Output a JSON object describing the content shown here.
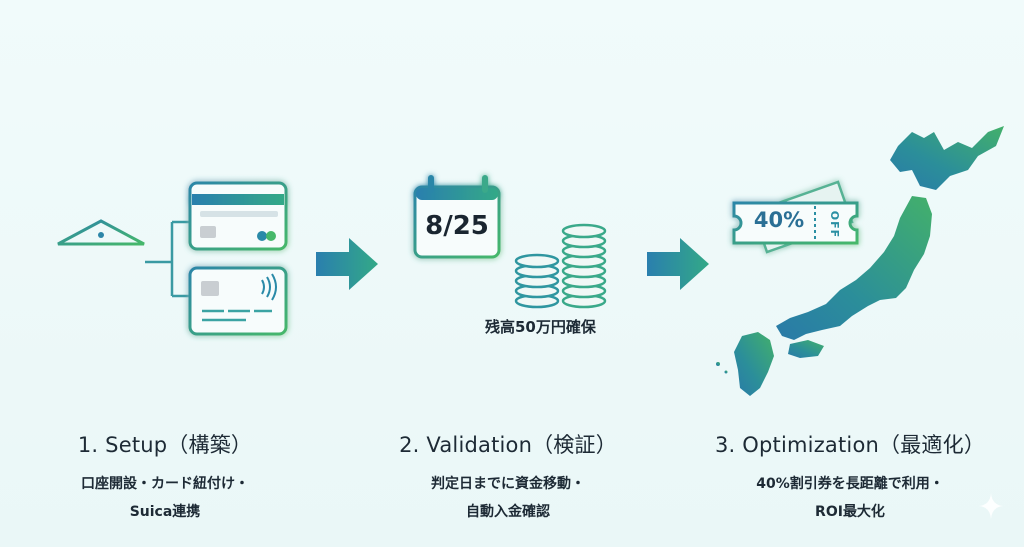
{
  "steps": [
    {
      "title": "1. Setup（構築）",
      "desc_line1": "口座開設・カード紐付け・",
      "desc_line2": "Suica連携"
    },
    {
      "title": "2. Validation（検証）",
      "desc_line1": "判定日までに資金移動・",
      "desc_line2": "自動入金確認",
      "calendar_date": "8/25",
      "balance_caption": "残高50万円確保"
    },
    {
      "title": "3. Optimization（最適化）",
      "desc_line1": "40%割引券を長距離で利用・",
      "desc_line2": "ROI最大化",
      "coupon_value": "40%",
      "coupon_tag": "OFF"
    }
  ],
  "icons": [
    "bank-icon",
    "credit-card-icon",
    "ic-card-icon",
    "arrow-right-icon",
    "calendar-icon",
    "coin-stack-icon",
    "coupon-ticket-icon",
    "japan-map-icon",
    "sparkle-icon"
  ],
  "colors": {
    "accent_teal": "#2a8fa3",
    "accent_green": "#3bb56a",
    "text": "#1d2a35"
  }
}
